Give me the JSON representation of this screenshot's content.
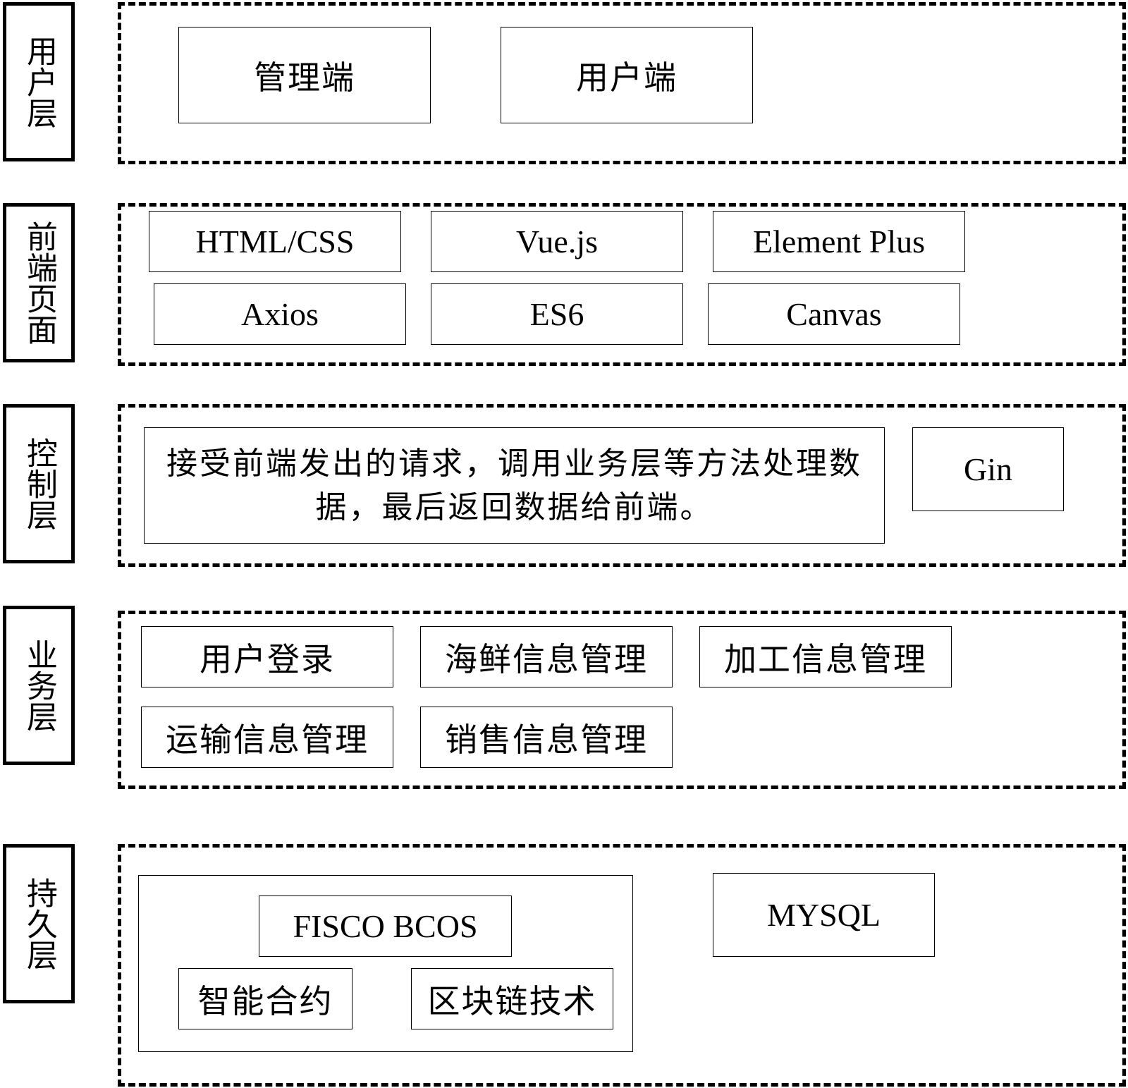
{
  "layers": {
    "user": {
      "label": "用户层",
      "items": [
        "管理端",
        "用户端"
      ]
    },
    "frontend": {
      "label": "前端页面",
      "items": [
        "HTML/CSS",
        "Vue.js",
        "Element Plus",
        "Axios",
        "ES6",
        "Canvas"
      ]
    },
    "control": {
      "label": "控制层",
      "description": "接受前端发出的请求，调用业务层等方法处理数据，最后返回数据给前端。",
      "framework": "Gin"
    },
    "business": {
      "label": "业务层",
      "items": [
        "用户登录",
        "海鲜信息管理",
        "加工信息管理",
        "运输信息管理",
        "销售信息管理"
      ]
    },
    "persistence": {
      "label": "持久层",
      "blockchain": {
        "platform": "FISCO BCOS",
        "items": [
          "智能合约",
          "区块链技术"
        ]
      },
      "database": "MYSQL"
    }
  }
}
